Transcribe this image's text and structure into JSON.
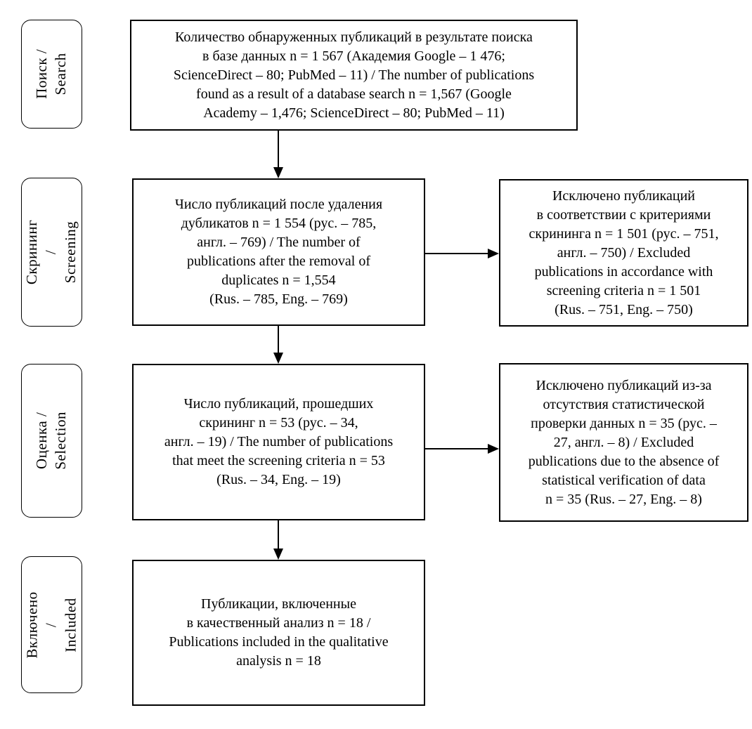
{
  "figure": {
    "background": "#ffffff",
    "border_color": "#000000",
    "text_color": "#000000",
    "stages": [
      {
        "id": "search",
        "label": "Поиск /\nSearch"
      },
      {
        "id": "screening",
        "label": "Скрининг /\nScreening"
      },
      {
        "id": "selection",
        "label": "Оценка /\nSelection"
      },
      {
        "id": "included",
        "label": "Включено /\nIncluded"
      }
    ],
    "nodes": {
      "search_results": "Количество обнаруженных публикаций в результате поиска\nв базе данных n = 1 567 (Академия Google – 1 476;\nScienceDirect – 80; PubMed – 11) / The number of publications\nfound as a result of a database search n = 1,567 (Google\nAcademy – 1,476; ScienceDirect – 80; PubMed – 11)",
      "after_duplicates": "Число публикаций после удаления\nдубликатов n = 1 554 (рус. – 785,\nангл. – 769) / The number of\npublications after the removal of\nduplicates n = 1,554\n(Rus. – 785, Eng. – 769)",
      "excluded_screening": "Исключено публикаций\nв соответствии с критериями\nскрининга n = 1 501 (рус. – 751,\nангл. – 750) / Excluded\npublications in accordance with\nscreening criteria n = 1 501\n(Rus. – 751, Eng. – 750)",
      "passed_screening": "Число публикаций, прошедших\nскрининг n = 53 (рус. – 34,\nангл. – 19) / The number of publications\nthat meet the screening criteria n = 53\n(Rus. – 34, Eng. – 19)",
      "excluded_statistics": "Исключено публикаций из-за\nотсутствия статистической\nпроверки данных n = 35 (рус. –\n27, англ. – 8) / Excluded\npublications due to the absence of\nstatistical verification of data\nn = 35 (Rus. – 27, Eng. – 8)",
      "included": "Публикации, включенные\nв качественный анализ n = 18 /\nPublications included in the qualitative\nanalysis n = 18"
    }
  }
}
